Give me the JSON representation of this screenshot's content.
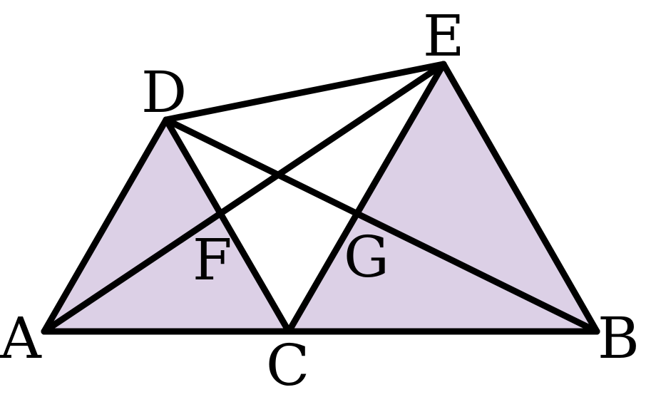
{
  "colors": {
    "fill": "#dcd0e6",
    "stroke": "#000000",
    "background": "#ffffff"
  },
  "points": {
    "A": {
      "label": "A"
    },
    "B": {
      "label": "B"
    },
    "C": {
      "label": "C"
    },
    "D": {
      "label": "D"
    },
    "E": {
      "label": "E"
    },
    "F": {
      "label": "F"
    },
    "G": {
      "label": "G"
    }
  }
}
